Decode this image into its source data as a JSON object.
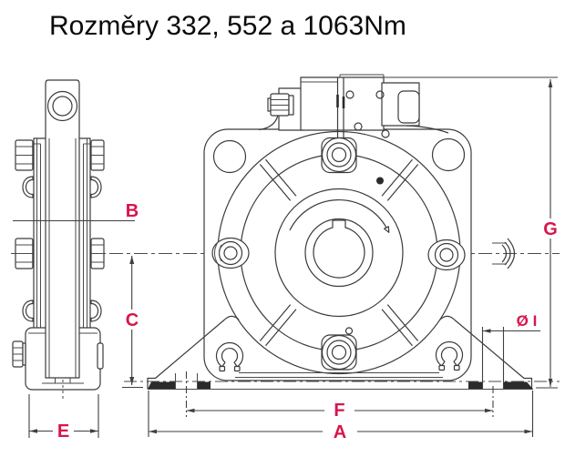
{
  "title": "Rozměry 332, 552 a 1063Nm",
  "colors": {
    "dimension_label": "#d6164b",
    "drawing_line": "#3b3b3b",
    "title_text": "#0a0a0a",
    "background": "#ffffff"
  },
  "drawing": {
    "description": "Technical dimension drawing with side view (left) and front view (right) of a torque unit",
    "dimension_labels": {
      "b": "B",
      "c": "C",
      "e": "E",
      "g": "G",
      "i": "Ø I",
      "f": "F",
      "a": "A"
    }
  }
}
